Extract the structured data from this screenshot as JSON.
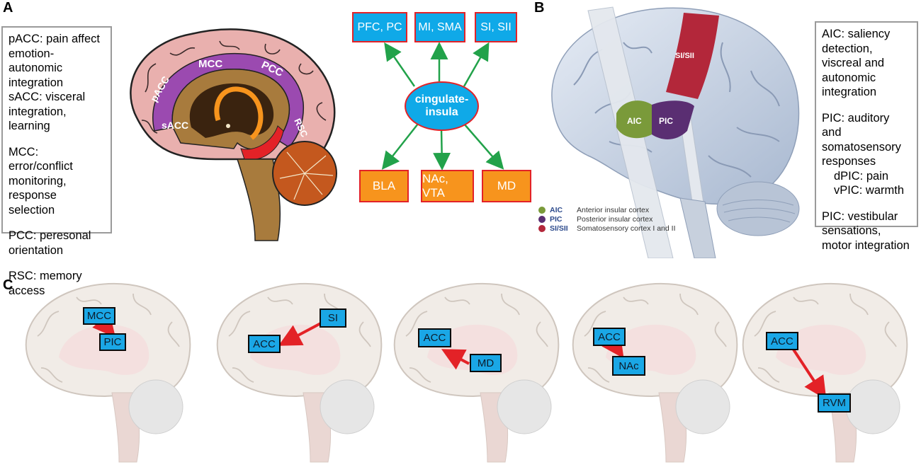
{
  "panels": {
    "a": "A",
    "b": "B",
    "c": "C"
  },
  "panel_a": {
    "descriptions": [
      "pACC: pain affect emotion-autonomic integration",
      "sACC: visceral integration, learning",
      "MCC: error/conflict monitoring, response selection",
      "PCC: peresonal orientation",
      "RSC: memory access"
    ],
    "brain_labels": {
      "pacc": "pACC",
      "mcc": "MCC",
      "pcc": "PCC",
      "sacc": "sACC",
      "rsc": "RSC"
    },
    "hub": "cingulate-insula",
    "targets_top": [
      "PFC, PC",
      "MI, SMA",
      "SI, SII"
    ],
    "targets_bottom": [
      "BLA",
      "NAc, VTA",
      "MD"
    ],
    "colors": {
      "blue": "#0fa9e8",
      "orange": "#f7941d",
      "border_red": "#e32227",
      "arrow_green": "#22a24a",
      "cingulate_purple": "#9b4ab0",
      "cortex_pink": "#e9b0ae"
    }
  },
  "panel_b": {
    "regions": {
      "aic": "AIC",
      "pic": "PIC",
      "sisii": "SI/SII"
    },
    "legend": [
      {
        "key": "AIC",
        "label": "Anterior insular cortex",
        "color": "#7a9a3a"
      },
      {
        "key": "PIC",
        "label": "Posterior insular cortex",
        "color": "#5a2e72"
      },
      {
        "key": "SI/SII",
        "label": "Somatosensory cortex I and II",
        "color": "#b3273a"
      }
    ],
    "description_blocks": [
      {
        "text": "AIC: saliency detection, viscreal and autonomic integration"
      },
      {
        "text": "PIC: auditory and somatosensory responses",
        "sub": [
          "dPIC: pain",
          "vPIC: warmth"
        ]
      },
      {
        "text": "PIC: vestibular sensations, motor integration"
      }
    ]
  },
  "panel_c": {
    "pathways": [
      {
        "from": "MCC",
        "to": "PIC"
      },
      {
        "from": "SI",
        "to": "ACC"
      },
      {
        "from": "MD",
        "to": "ACC"
      },
      {
        "from": "ACC",
        "to": "NAc"
      },
      {
        "from": "ACC",
        "to": "RVM"
      }
    ]
  }
}
